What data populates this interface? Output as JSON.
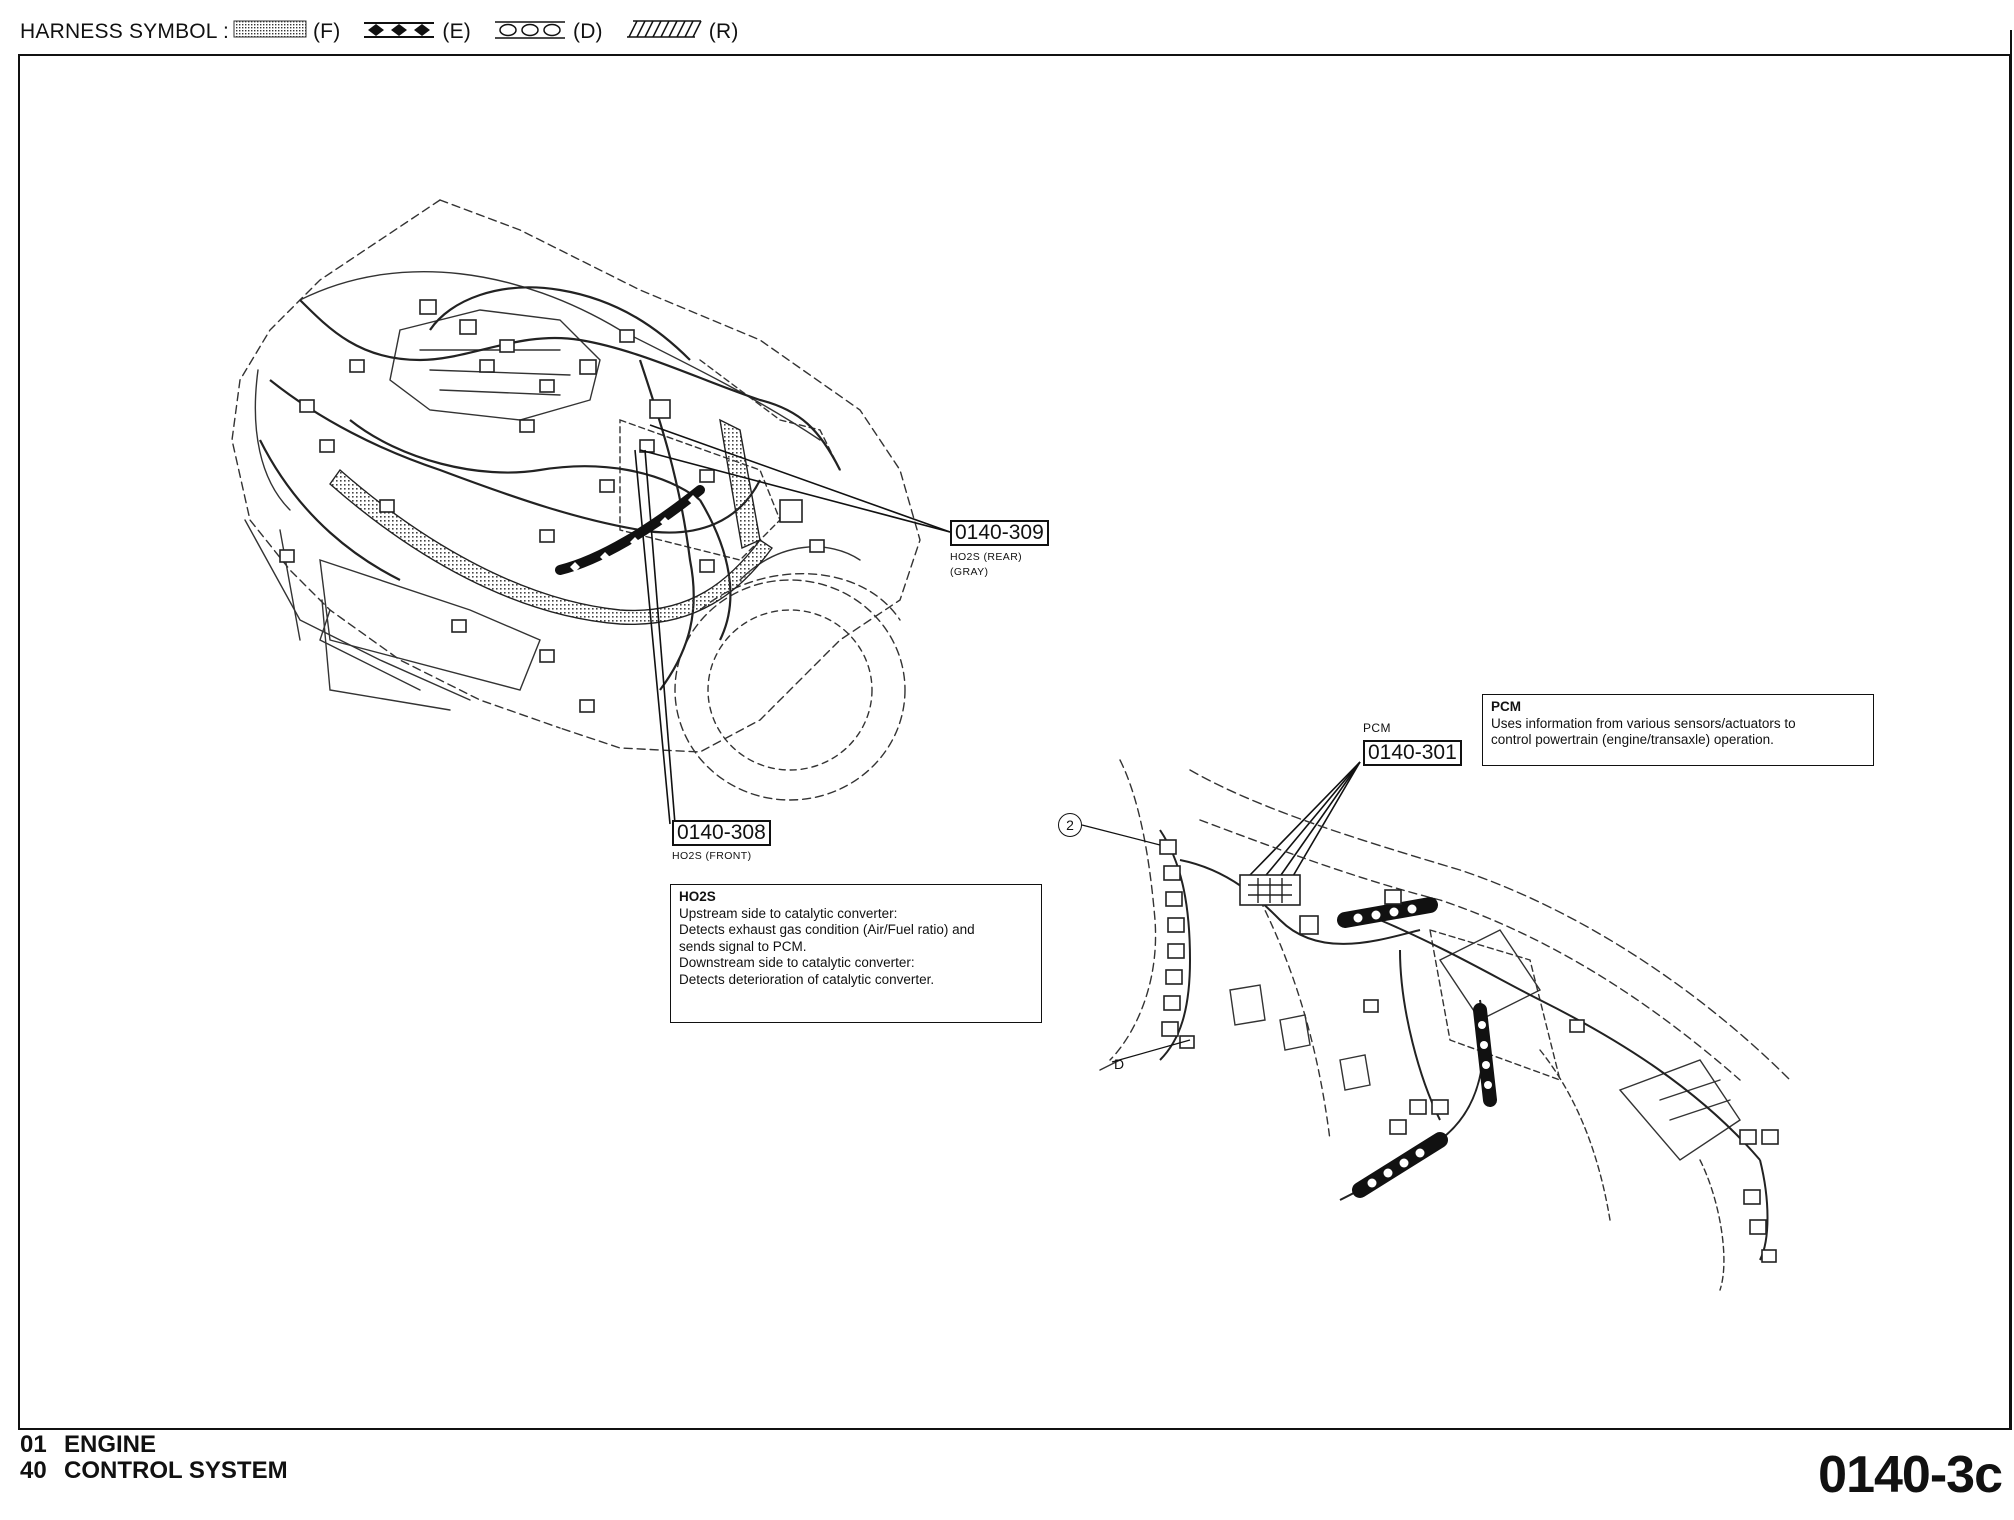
{
  "legend": {
    "prefix": "HARNESS SYMBOL :",
    "items": [
      {
        "code": "(F)",
        "pattern": "dotted-fill"
      },
      {
        "code": "(E)",
        "pattern": "diamond-chain"
      },
      {
        "code": "(D)",
        "pattern": "circle-chain"
      },
      {
        "code": "(R)",
        "pattern": "diagonal-hatch"
      }
    ]
  },
  "callouts": {
    "c309": {
      "code": "0140-309",
      "line1": "HO2S (REAR)",
      "line2": "(GRAY)"
    },
    "c308": {
      "code": "0140-308",
      "line1": "HO2S (FRONT)"
    },
    "c301": {
      "code": "0140-301",
      "label": "PCM"
    }
  },
  "descriptions": {
    "ho2s": {
      "title": "HO2S",
      "lines": [
        "Upstream side to catalytic converter:",
        "Detects exhaust gas condition (Air/Fuel ratio) and",
        "sends signal to PCM.",
        "Downstream side to catalytic converter:",
        "Detects deterioration of catalytic converter."
      ]
    },
    "pcm": {
      "title": "PCM",
      "lines": [
        "Uses information from various sensors/actuators to",
        "control powertrain (engine/transaxle) operation."
      ]
    }
  },
  "markers": {
    "circle2": "2",
    "d": "D"
  },
  "footer": {
    "line1_num": "01",
    "line1_text": "ENGINE",
    "line2_num": "40",
    "line2_text": "CONTROL SYSTEM",
    "page_code": "0140-3c"
  }
}
